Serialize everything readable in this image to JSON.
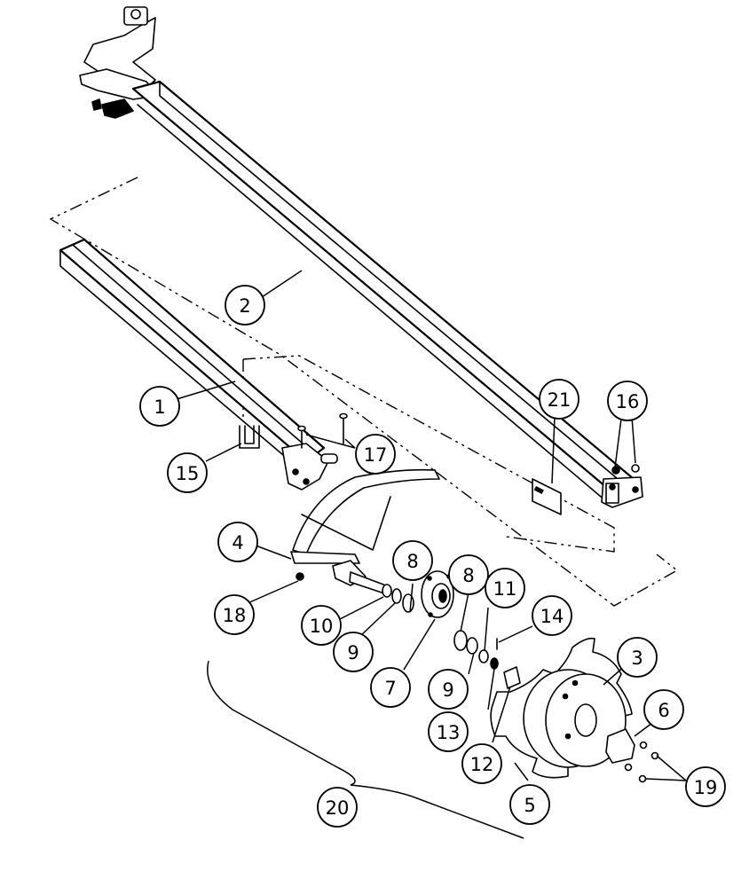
{
  "diagram": {
    "callouts": [
      {
        "id": "c1",
        "label": "1"
      },
      {
        "id": "c2",
        "label": "2"
      },
      {
        "id": "c3",
        "label": "3"
      },
      {
        "id": "c4",
        "label": "4"
      },
      {
        "id": "c5",
        "label": "5"
      },
      {
        "id": "c6",
        "label": "6"
      },
      {
        "id": "c7",
        "label": "7"
      },
      {
        "id": "c8a",
        "label": "8"
      },
      {
        "id": "c8b",
        "label": "8"
      },
      {
        "id": "c9a",
        "label": "9"
      },
      {
        "id": "c9b",
        "label": "9"
      },
      {
        "id": "c10",
        "label": "10"
      },
      {
        "id": "c11",
        "label": "11"
      },
      {
        "id": "c12",
        "label": "12"
      },
      {
        "id": "c13",
        "label": "13"
      },
      {
        "id": "c14",
        "label": "14"
      },
      {
        "id": "c15",
        "label": "15"
      },
      {
        "id": "c16",
        "label": "16"
      },
      {
        "id": "c17",
        "label": "17"
      },
      {
        "id": "c18",
        "label": "18"
      },
      {
        "id": "c19",
        "label": "19"
      },
      {
        "id": "c20",
        "label": "20"
      },
      {
        "id": "c21",
        "label": "21"
      }
    ]
  }
}
